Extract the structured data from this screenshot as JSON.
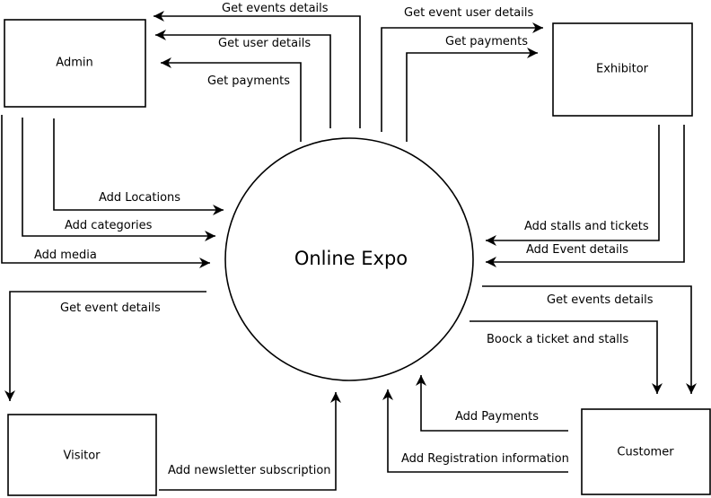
{
  "process": {
    "label": "Online Expo"
  },
  "entities": {
    "admin": "Admin",
    "exhibitor": "Exhibitor",
    "visitor": "Visitor",
    "customer": "Customer"
  },
  "flows": {
    "admin_get_events_details": "Get events details",
    "admin_get_user_details": "Get user details",
    "admin_get_payments": "Get payments",
    "exhibitor_get_event_user_details": "Get event user details",
    "exhibitor_get_payments": "Get payments",
    "admin_add_locations": "Add Locations",
    "admin_add_categories": "Add categories",
    "admin_add_media": "Add media",
    "exhibitor_add_stalls_tickets": "Add stalls and tickets",
    "exhibitor_add_event_details": "Add Event details",
    "visitor_get_event_details": "Get event details",
    "customer_get_events_details": "Get events details",
    "customer_book_ticket_stalls": "Boock a ticket and stalls",
    "customer_add_payments": "Add Payments",
    "customer_add_registration": "Add Registration information",
    "visitor_add_newsletter": "Add newsletter subscription"
  }
}
